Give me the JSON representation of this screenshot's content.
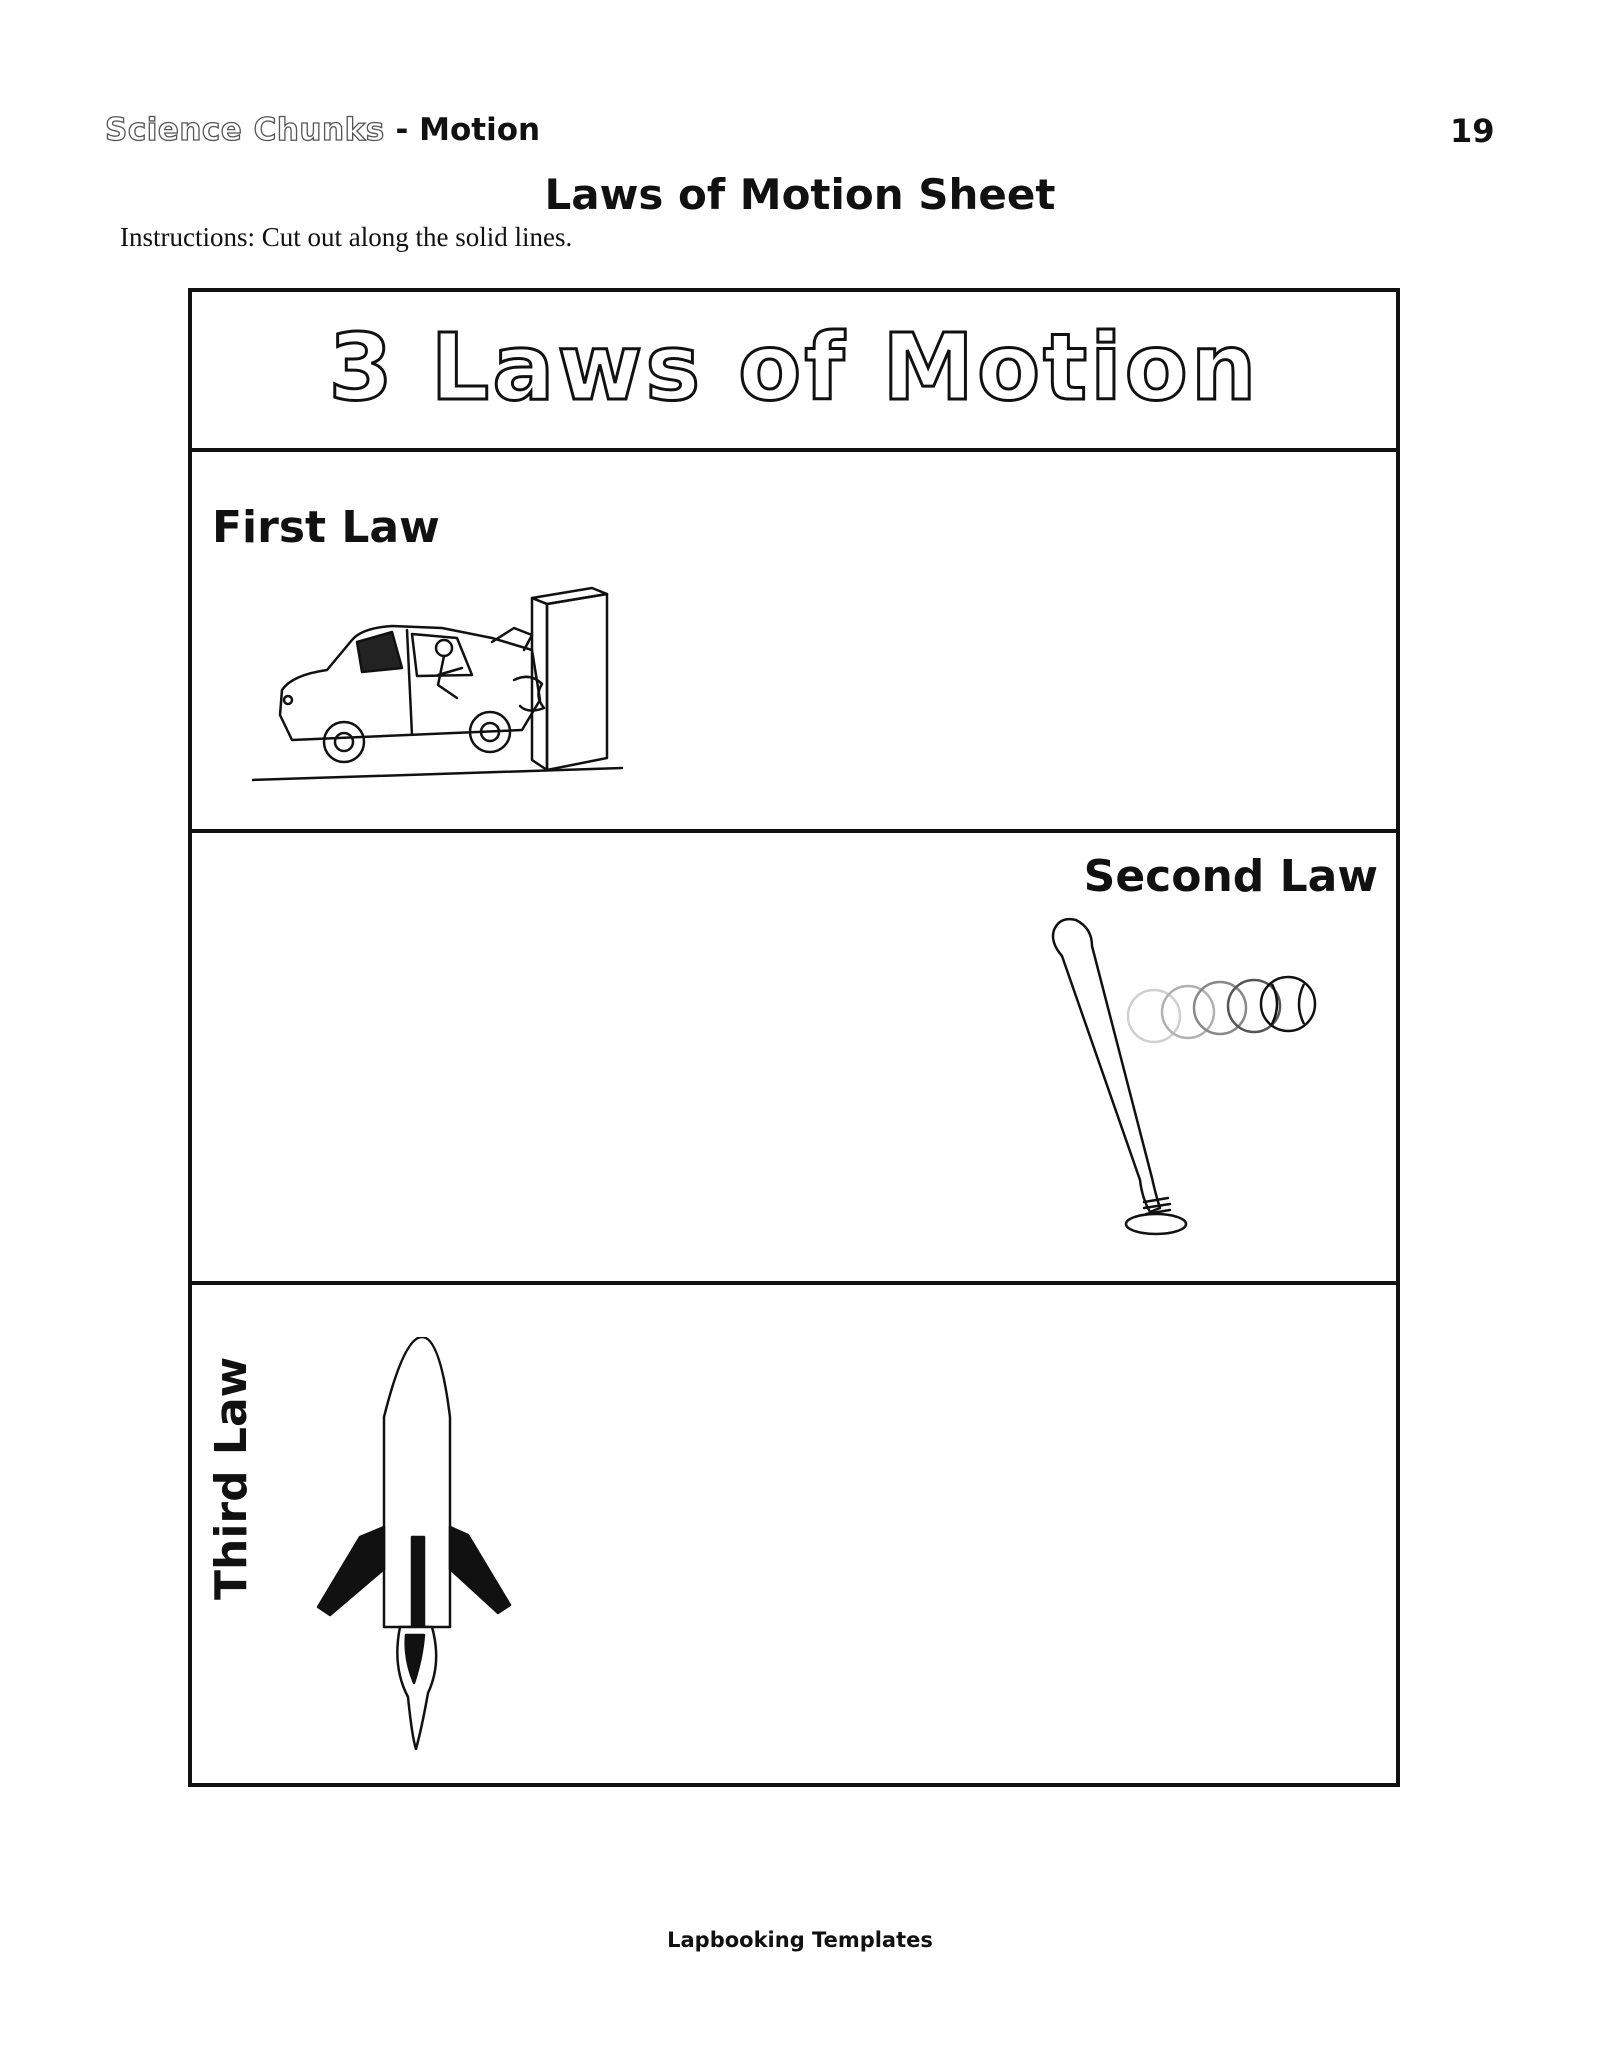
{
  "header": {
    "series": "Science Chunks",
    "separator": " - ",
    "topic": "Motion",
    "page_number": "19"
  },
  "sheet_title": "Laws of Motion Sheet",
  "instructions": {
    "label": "Instructions:",
    "text": " Cut out along the solid  lines."
  },
  "template": {
    "banner": "3 Laws of Motion",
    "laws": [
      {
        "label": "First Law",
        "icon": "car-crash-icon"
      },
      {
        "label": "Second Law",
        "icon": "bat-and-ball-icon"
      },
      {
        "label": "Third Law",
        "icon": "rocket-icon"
      }
    ]
  },
  "footer": "Lapbooking Templates"
}
